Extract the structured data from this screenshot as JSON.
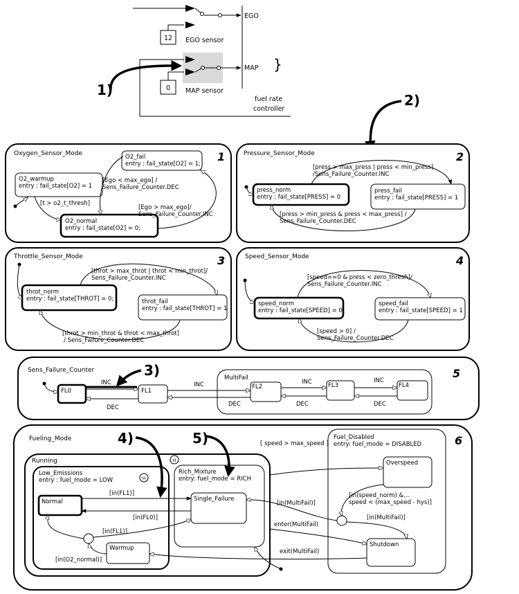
{
  "top": {
    "ego": "EGO",
    "ego_sensor": "EGO sensor",
    "ego_const": "12",
    "map": "MAP",
    "map_sensor": "MAP sensor",
    "map_const": "0",
    "brace": "}",
    "controller_line1": "fuel rate",
    "controller_line2": "controller"
  },
  "callouts": {
    "c1": "1)",
    "c2": "2)",
    "c3": "3)",
    "c4": "4)",
    "c5": "5)"
  },
  "oxygen": {
    "title": "Oxygen_Sensor_Mode",
    "number": "1",
    "warmup_name": "O2_warmup",
    "warmup_entry": "entry : fail_state[O2] = 1",
    "fail_name": "O2_fail",
    "fail_entry": "entry : fail_state[O2] = 1;",
    "normal_name": "O2_normal",
    "normal_entry": "entry : fail_state[O2] = 0;",
    "t_warm": "[t > o2_t_thresh]",
    "dec1": "[Ego < max_ego] /",
    "dec2": "Sens_Failure_Counter.DEC",
    "inc1": "[Ego > max_ego]/",
    "inc2": "Sens_Failure_Counter.INC"
  },
  "pressure": {
    "title": "Pressure_Sensor_Mode",
    "number": "2",
    "norm_name": "press_norm",
    "norm_entry": "entry : fail_state[PRESS] = 0",
    "fail_name": "press_fail",
    "fail_entry": "entry : fail_state[PRESS] = 1",
    "inc1": "[press > max_press | press < min_press]",
    "inc2": "/Sens_Failure_Counter.INC",
    "dec1": "[press > min_press & press < max_press] /",
    "dec2": "Sens_Failure_Counter.DEC"
  },
  "throttle": {
    "title": "Throttle_Sensor_Mode",
    "number": "3",
    "norm_name": "throt_norm",
    "norm_entry": "entry : fail_state[THROT] = 0;",
    "fail_name": "throt_fail",
    "fail_entry": "entry : fail_state[THROT] = 1",
    "inc1": "[throt > max_throt | throt < min_throt]/",
    "inc2": "Sens_Failure_Counter.INC",
    "dec1": "[throt > min_throt & throt < max_throt]",
    "dec2": "/ Sens_Failure_Counter.DEC"
  },
  "speed": {
    "title": "Speed_Sensor_Mode",
    "number": "4",
    "norm_name": "speed_norm",
    "norm_entry": "entry : fail_state[SPEED] = 0",
    "fail_name": "speed_fail",
    "fail_entry": "entry : fail_state[SPEED] = 1",
    "inc1": "[speed==0 & press < zero_thresh]/",
    "inc2": "Sens_Failure_Counter.INC",
    "dec1": "[speed > 0] /",
    "dec2": "Sens_Failure_Counter.DEC"
  },
  "counter": {
    "title": "Sens_Failure_Counter",
    "number": "5",
    "fl0": "FL0",
    "fl1": "FL1",
    "fl2": "FL2",
    "fl3": "FL3",
    "fl4": "FL4",
    "multifail": "MultiFail",
    "inc": "INC",
    "dec": "DEC"
  },
  "fueling": {
    "title": "Fueling_Mode",
    "number": "6",
    "running": "Running",
    "history": "H",
    "low_name": "Low_Emissions",
    "low_entry": "entry : fuel_mode = LOW",
    "normal": "Normal",
    "warmup": "Warmup",
    "rich_name": "Rich_Mixture",
    "rich_entry": "entry: fuel_mode = RICH",
    "single": "Single_Failure",
    "disabled_name": "Fuel_Disabled",
    "disabled_entry": "entry: fuel_mode = DISABLED",
    "overspeed": "Overspeed",
    "shutdown": "Shutdown",
    "t_speed": "[ speed > max_speed ]",
    "t_infl1a": "[in(FL1)]",
    "t_infl0": "[in(FL0)]",
    "t_infl1b": "[in(FL1)]",
    "t_ino2": "[in(O2_normal)]",
    "t_inmulti1": "[in(MultiFail)]",
    "t_enter": "enter(MultiFail)",
    "t_exit": "exit(MultiFail)",
    "t_speednorm1": "[in(speed_norm) &...",
    "t_speednorm2": "speed < (max_speed - hys)]",
    "t_inmulti2": "[in(MultiFail)]"
  }
}
